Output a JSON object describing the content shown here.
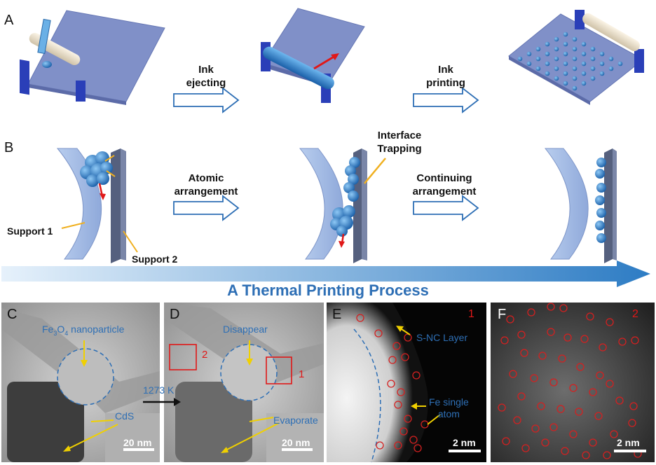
{
  "panels": {
    "A": {
      "letter": "A",
      "step1": "Ink\nejecting",
      "step2": "Ink\nprinting"
    },
    "B": {
      "letter": "B",
      "step1": "Atomic\narrangement",
      "step2": "Continuing\narrangement",
      "interface": "Interface\nTrapping",
      "support1": "Support 1",
      "support2": "Support 2"
    },
    "process_title": "A Thermal Printing Process",
    "C": {
      "letter": "C",
      "nanoparticle": "Fe3O4 nanoparticle",
      "cds": "CdS",
      "scale": "20 nm"
    },
    "D": {
      "letter": "D",
      "disappear": "Disappear",
      "evaporate": "Evaporate",
      "temp": "1273 K",
      "box1": "1",
      "box2": "2",
      "scale": "20 nm"
    },
    "E": {
      "letter": "E",
      "index": "1",
      "layer": "S-NC Layer",
      "atom": "Fe single\natom",
      "scale": "2 nm"
    },
    "F": {
      "letter": "F",
      "index": "2",
      "scale": "2 nm"
    }
  },
  "colors": {
    "accent_blue": "#2e6fb5",
    "marker_red": "#d42020",
    "arrow_yellow": "#f0d000",
    "plate": "#7e8fc6"
  }
}
